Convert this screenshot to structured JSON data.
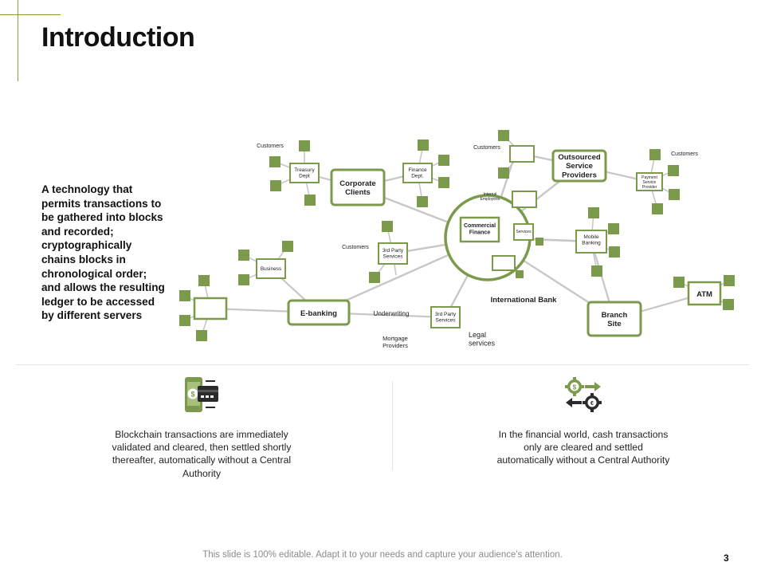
{
  "slide": {
    "title": "Introduction",
    "intro_text": "A technology that permits transactions to be gathered into blocks and recorded; cryptographically chains blocks in chronological order; and allows the resulting ledger to be accessed by different servers",
    "left_text": "Blockchain transactions are immediately validated and cleared, then settled shortly thereafter, automatically without a Central Authority",
    "right_text": "In the financial world, cash transactions only are cleared and settled automatically without a Central Authority",
    "footer": "This slide is 100% editable. Adapt it to your needs and capture your audience's attention.",
    "page_number": "3"
  },
  "colors": {
    "green": "#7b9a4b",
    "line": "#c7c7c7",
    "accent": "#8a9a3a",
    "dark": "#2b2b2b"
  },
  "icons": {
    "left": "mobile-payment-card-icon",
    "right": "currency-exchange-gears-icon"
  },
  "diagram": {
    "hub_label": "International Bank",
    "nodes": {
      "commercial_finance": "Commercial Finance",
      "internal_employees": "Internal Employees",
      "hub_services": "Services",
      "corporate_clients": "Corporate Clients",
      "outsourced_providers": "Outsourced Service Providers",
      "branch_site": "Branch Site",
      "atm": "ATM",
      "e_banking": "E-banking",
      "treasury_dept": "Treasury Dept",
      "finance_dept": "Finance Dept.",
      "third_party_upper": "3rd Party Services",
      "third_party_lower": "3rd Party Services",
      "mobile_banking": "Mobile Banking",
      "payment_provider": "Payment Service Provider",
      "business": "Business"
    },
    "labels": {
      "customers_treasury": "Customers",
      "customers_finance": "Customers",
      "customers_third_party": "Customers",
      "customers_payment": "Customers",
      "underwriting": "Underwriting",
      "mortgage_providers": "Mortgage Providers",
      "legal_services": "Legal services"
    }
  }
}
